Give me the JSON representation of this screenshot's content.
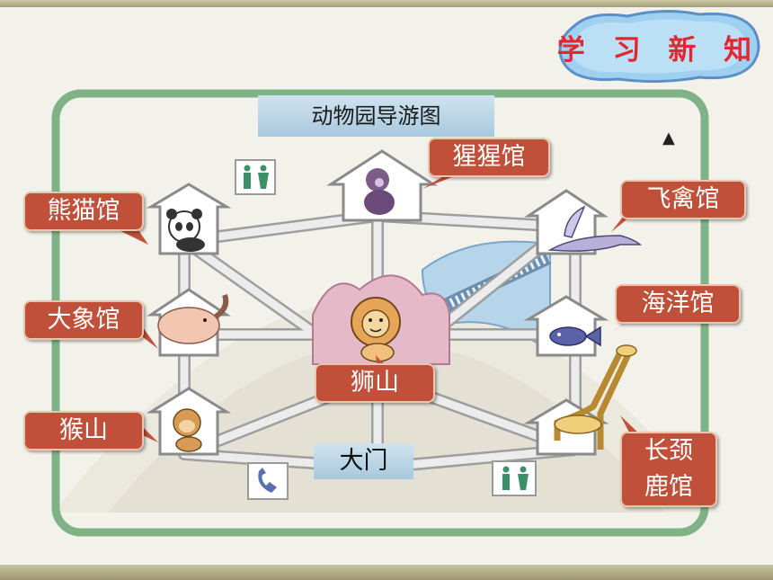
{
  "badge": {
    "text": "学 习 新 知",
    "color": "#e0282e",
    "fill": "#9fd0ef"
  },
  "map": {
    "title": "动物园导游图",
    "gate_label": "大门",
    "north_symbol": "▲",
    "venues": [
      {
        "id": "panda",
        "label": "熊猫馆"
      },
      {
        "id": "gorilla",
        "label": "猩猩馆"
      },
      {
        "id": "birds",
        "label": "飞禽馆"
      },
      {
        "id": "elephant",
        "label": "大象馆"
      },
      {
        "id": "ocean",
        "label": "海洋馆"
      },
      {
        "id": "lion",
        "label": "狮山"
      },
      {
        "id": "monkey",
        "label": "猴山"
      },
      {
        "id": "giraffe",
        "label": "长颈鹿馆",
        "lines": [
          "长颈",
          "鹿馆"
        ]
      }
    ],
    "facilities": [
      {
        "id": "restroom-nw",
        "icon": "restroom-icon"
      },
      {
        "id": "restroom-se",
        "icon": "restroom-icon"
      },
      {
        "id": "phone",
        "icon": "phone-icon"
      }
    ],
    "colors": {
      "callout": "#c0503a",
      "path": "#9e9e9e",
      "frame": "#7fb287",
      "lake": "#b6d4ea",
      "hill": "#e6b9c8"
    }
  }
}
